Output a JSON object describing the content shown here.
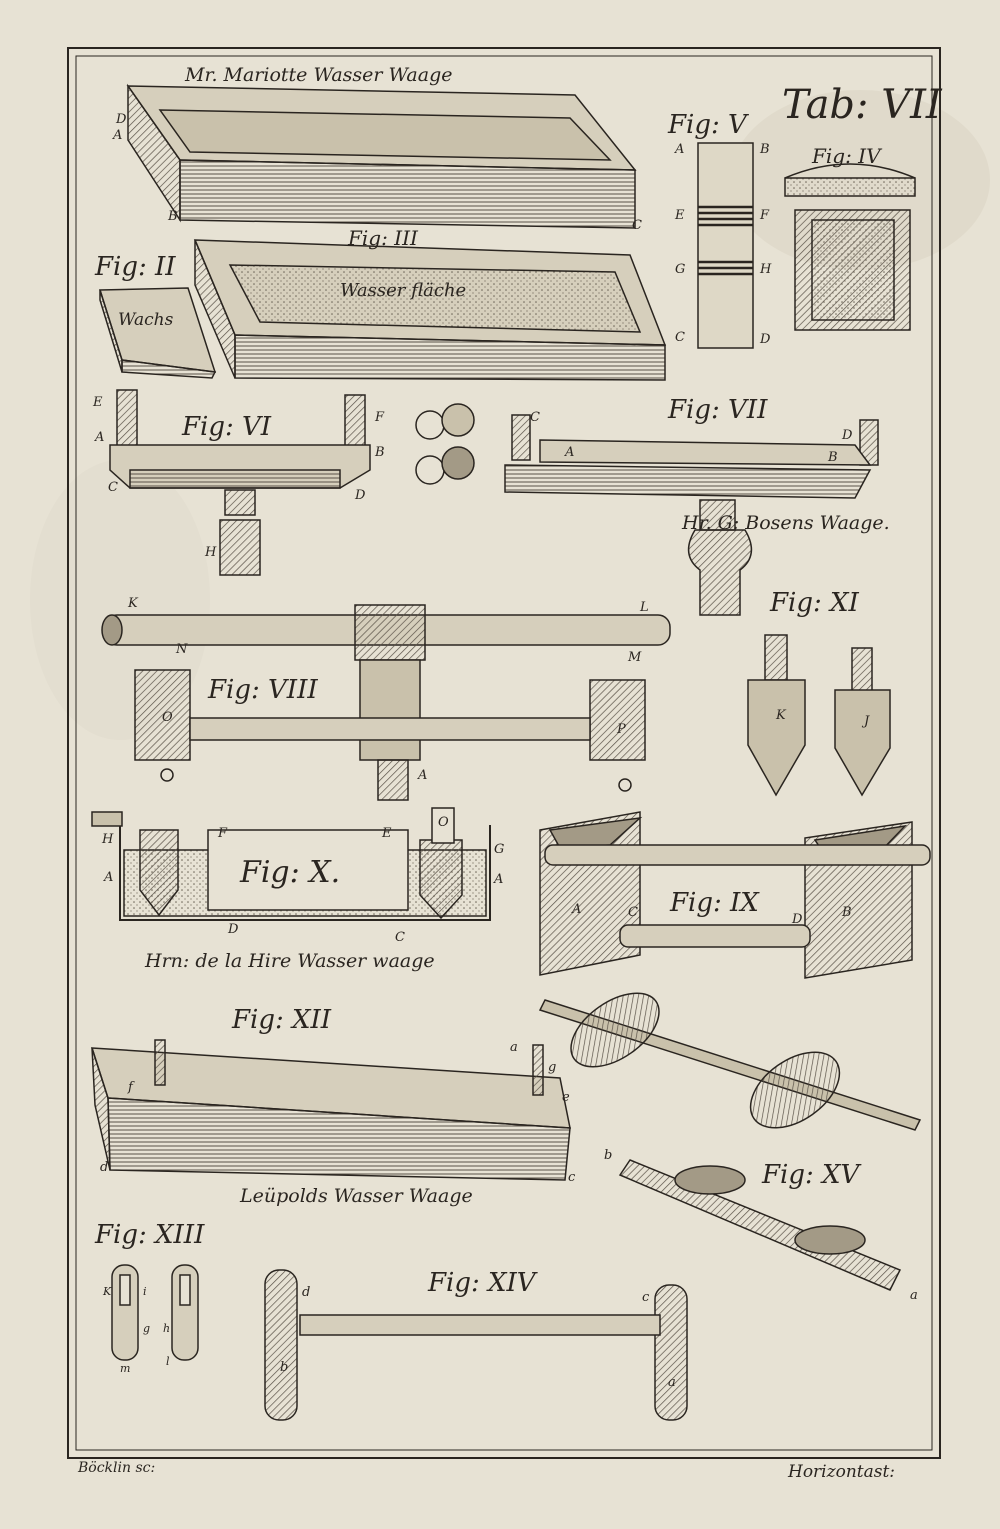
{
  "plate": {
    "table_label": "Tab: VII",
    "engraver": "Böcklin sc:",
    "catchword": "Horizontast:"
  },
  "captions": {
    "mariotte": "Mr. Mariotte Wasser Waage",
    "bosen": "Hr. G: Bosens Waage.",
    "la_hire": "Hrn: de la Hire Wasser waage",
    "leupold": "Leüpolds Wasser Waage"
  },
  "figures": {
    "fig2": "Fig: II",
    "fig3": "Fig: III",
    "fig4": "Fig: IV",
    "fig5": "Fig: V",
    "fig6": "Fig: VI",
    "fig7": "Fig: VII",
    "fig8": "Fig: VIII",
    "fig9": "Fig: IX",
    "fig10": "Fig: X.",
    "fig11": "Fig: XI",
    "fig12": "Fig: XII",
    "fig13": "Fig: XIII",
    "fig14": "Fig: XIV",
    "fig15": "Fig: XV"
  },
  "inscriptions": {
    "wachs": "Wachs",
    "wasser_flache": "Wasser fläche"
  },
  "letters": {
    "D": "D",
    "A": "A",
    "B": "B",
    "C": "C",
    "E": "E",
    "F": "F",
    "G": "G",
    "H": "H",
    "J": "J",
    "K": "K",
    "L": "L",
    "M": "M",
    "N": "N",
    "O": "O",
    "P": "P",
    "a": "a",
    "b": "b",
    "c": "c",
    "d": "d",
    "e": "e",
    "f": "f",
    "g": "g",
    "h": "h",
    "i": "i",
    "l": "l",
    "m": "m"
  },
  "colors": {
    "paper": "#e7e2d4",
    "ink": "#2a2520",
    "hatch": "#5a5248",
    "water": "#d8d1bd"
  }
}
